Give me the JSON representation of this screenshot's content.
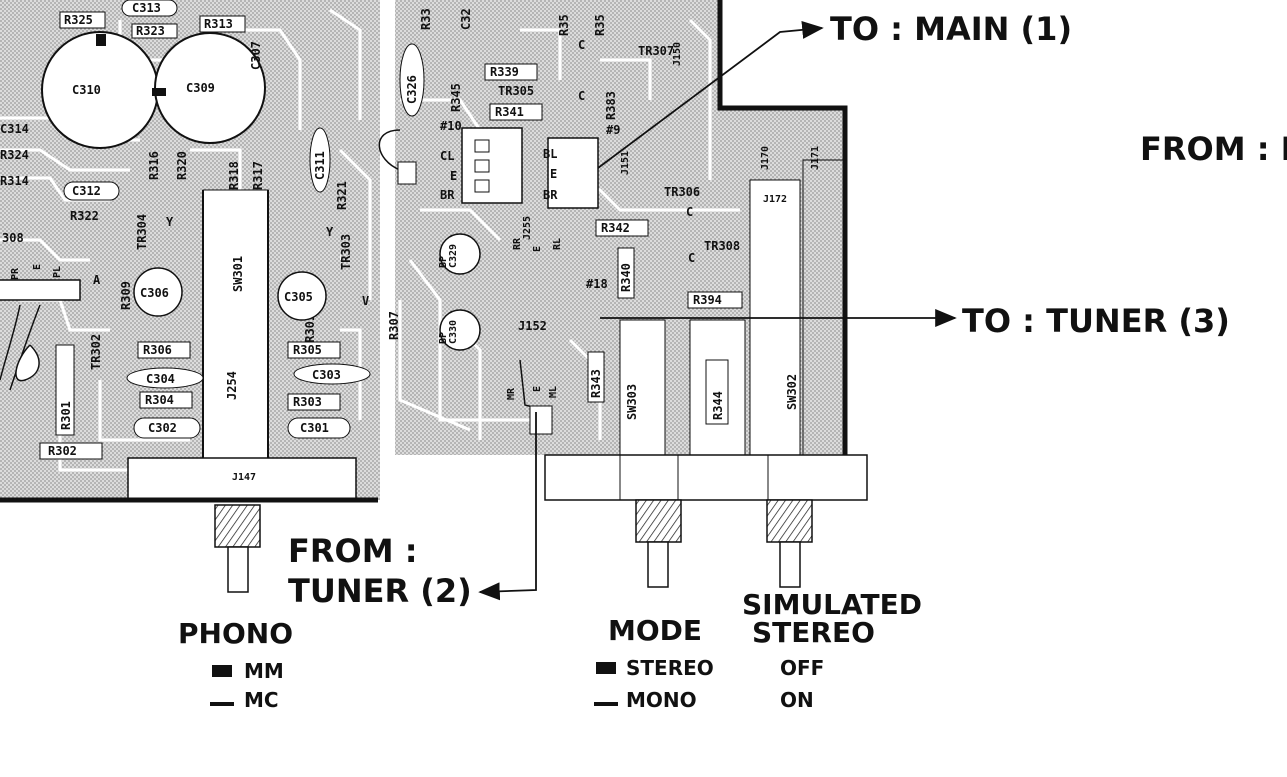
{
  "callouts": {
    "to_main": "TO : MAIN (1)",
    "from_right": "FROM : I",
    "to_tuner": "TO : TUNER (3)",
    "from_tuner_line1": "FROM :",
    "from_tuner_line2": "TUNER (2)"
  },
  "switches": {
    "phono": {
      "title": "PHONO",
      "opt1": "MM",
      "opt2": "MC"
    },
    "mode": {
      "title": "MODE",
      "opt1": "STEREO",
      "opt2": "MONO"
    },
    "simulated": {
      "title_line1": "SIMULATED",
      "title_line2": "STEREO",
      "opt1": "OFF",
      "opt2": "ON"
    }
  },
  "components": {
    "c313": "C313",
    "r325": "R325",
    "r323": "R323",
    "r313": "R313",
    "c307": "C307",
    "c310": "C310",
    "c309": "C309",
    "c314": "C314",
    "r324": "R324",
    "r314": "R314",
    "c312": "C312",
    "r322": "R322",
    "c308": "308",
    "r316": "R316",
    "r320": "R320",
    "r318": "R318",
    "r317": "R317",
    "c311": "C311",
    "r321": "R321",
    "tr304": "TR304",
    "tr303": "TR303",
    "tr302": "TR302",
    "tr301": "TR301",
    "sw301": "SW301",
    "c306": "C306",
    "c305": "C305",
    "r309": "R309",
    "r307": "R307",
    "r306": "R306",
    "r305": "R305",
    "c304": "C304",
    "c303": "C303",
    "r304": "R304",
    "r303": "R303",
    "c302": "C302",
    "c301": "C301",
    "r301": "R301",
    "r302": "R302",
    "j254": "J254",
    "j147": "J147",
    "c326": "C326",
    "r345": "R345",
    "r339": "R339",
    "tr305": "TR305",
    "r341": "R341",
    "tr307": "TR307",
    "r383": "R383",
    "j150": "J150",
    "j151": "J151",
    "hash10": "#10",
    "hash9": "#9",
    "cl": "CL",
    "e1": "E",
    "br1": "BR",
    "bl": "BL",
    "e2": "E",
    "br2": "BR",
    "r342": "R342",
    "j255": "J255",
    "tr306": "TR306",
    "tr308": "TR308",
    "j170": "J170",
    "j171": "J171",
    "j172": "J172",
    "c329": "C329",
    "c330": "C330",
    "bp1": "BP",
    "bp2": "BP",
    "rr": "RR",
    "rl": "RL",
    "e3": "E",
    "hash18": "#18",
    "r340": "R340",
    "r394": "R394",
    "j152": "J152",
    "mr": "MR",
    "e4": "E",
    "ml": "ML",
    "r343": "R343",
    "sw303": "SW303",
    "r344": "R344",
    "sw302": "SW302",
    "a1": "A",
    "y1": "Y",
    "y2": "Y",
    "v1": "V",
    "c1": "C",
    "c2": "C",
    "c3": "C",
    "c4": "C",
    "pr": "PR",
    "e5": "E",
    "pl": "PL",
    "r33x": "R33",
    "c32x": "C32",
    "r35a": "R35",
    "r35b": "R35"
  }
}
